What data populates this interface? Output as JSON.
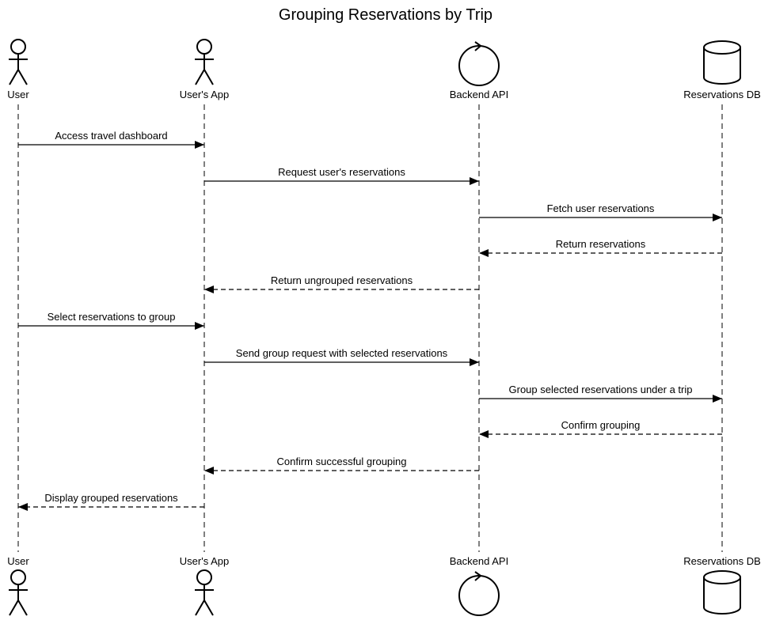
{
  "title": "Grouping Reservations by Trip",
  "participants": [
    {
      "id": "user",
      "label": "User",
      "icon": "actor-icon"
    },
    {
      "id": "app",
      "label": "User's App",
      "icon": "actor-icon"
    },
    {
      "id": "api",
      "label": "Backend API",
      "icon": "control-icon"
    },
    {
      "id": "db",
      "label": "Reservations DB",
      "icon": "database-icon"
    }
  ],
  "messages": [
    {
      "from": "user",
      "to": "app",
      "label": "Access travel dashboard",
      "kind": "sync"
    },
    {
      "from": "app",
      "to": "api",
      "label": "Request user's reservations",
      "kind": "sync"
    },
    {
      "from": "api",
      "to": "db",
      "label": "Fetch user reservations",
      "kind": "sync"
    },
    {
      "from": "db",
      "to": "api",
      "label": "Return reservations",
      "kind": "reply"
    },
    {
      "from": "api",
      "to": "app",
      "label": "Return ungrouped reservations",
      "kind": "reply"
    },
    {
      "from": "user",
      "to": "app",
      "label": "Select reservations to group",
      "kind": "sync"
    },
    {
      "from": "app",
      "to": "api",
      "label": "Send group request with selected reservations",
      "kind": "sync"
    },
    {
      "from": "api",
      "to": "db",
      "label": "Group selected reservations under a trip",
      "kind": "sync"
    },
    {
      "from": "db",
      "to": "api",
      "label": "Confirm grouping",
      "kind": "reply"
    },
    {
      "from": "api",
      "to": "app",
      "label": "Confirm successful grouping",
      "kind": "reply"
    },
    {
      "from": "app",
      "to": "user",
      "label": "Display grouped reservations",
      "kind": "reply"
    }
  ]
}
